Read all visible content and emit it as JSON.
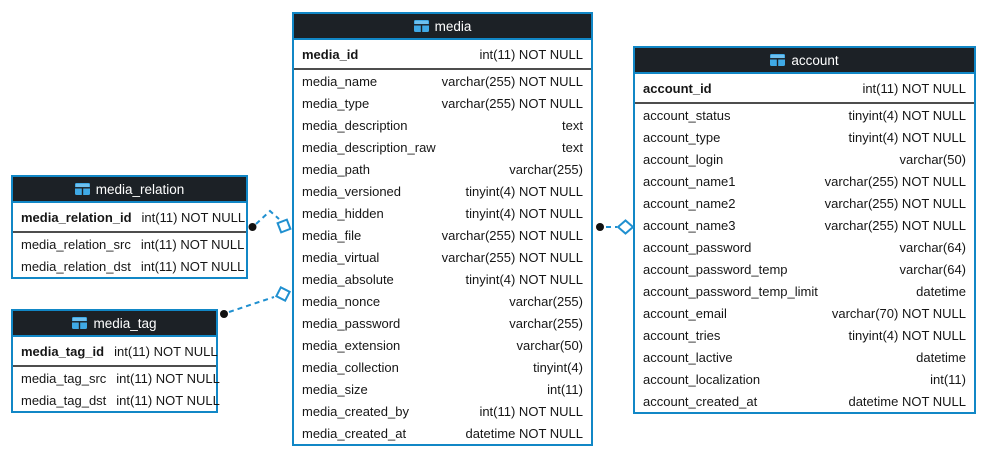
{
  "diagram": {
    "icons": {
      "table_header_icon": "table-grid-icon"
    },
    "colors": {
      "table_border": "#1187c6",
      "relation_line": "#2090d0",
      "header_bg": "#1c2126",
      "header_text": "#ffffff",
      "row_bg": "#ffffff",
      "row_text": "#161616",
      "pk_divider": "#4d4d4d",
      "relation_dot": "#111111",
      "diamond_fill": "#ffffff",
      "icon_blue": "#3fa9e6"
    },
    "tables": [
      {
        "id": "media",
        "title": "media",
        "primary_keys": [
          {
            "name": "media_id",
            "type": "int(11) NOT NULL"
          }
        ],
        "columns": [
          {
            "name": "media_name",
            "type": "varchar(255) NOT NULL"
          },
          {
            "name": "media_type",
            "type": "varchar(255) NOT NULL"
          },
          {
            "name": "media_description",
            "type": "text"
          },
          {
            "name": "media_description_raw",
            "type": "text"
          },
          {
            "name": "media_path",
            "type": "varchar(255)"
          },
          {
            "name": "media_versioned",
            "type": "tinyint(4) NOT NULL"
          },
          {
            "name": "media_hidden",
            "type": "tinyint(4) NOT NULL"
          },
          {
            "name": "media_file",
            "type": "varchar(255) NOT NULL"
          },
          {
            "name": "media_virtual",
            "type": "varchar(255) NOT NULL"
          },
          {
            "name": "media_absolute",
            "type": "tinyint(4) NOT NULL"
          },
          {
            "name": "media_nonce",
            "type": "varchar(255)"
          },
          {
            "name": "media_password",
            "type": "varchar(255)"
          },
          {
            "name": "media_extension",
            "type": "varchar(50)"
          },
          {
            "name": "media_collection",
            "type": "tinyint(4)"
          },
          {
            "name": "media_size",
            "type": "int(11)"
          },
          {
            "name": "media_created_by",
            "type": "int(11) NOT NULL"
          },
          {
            "name": "media_created_at",
            "type": "datetime NOT NULL"
          }
        ]
      },
      {
        "id": "media_relation",
        "title": "media_relation",
        "primary_keys": [
          {
            "name": "media_relation_id",
            "type": "int(11) NOT NULL"
          }
        ],
        "columns": [
          {
            "name": "media_relation_src",
            "type": "int(11) NOT NULL"
          },
          {
            "name": "media_relation_dst",
            "type": "int(11) NOT NULL"
          }
        ]
      },
      {
        "id": "media_tag",
        "title": "media_tag",
        "primary_keys": [
          {
            "name": "media_tag_id",
            "type": "int(11) NOT NULL"
          }
        ],
        "columns": [
          {
            "name": "media_tag_src",
            "type": "int(11) NOT NULL"
          },
          {
            "name": "media_tag_dst",
            "type": "int(11) NOT NULL"
          }
        ]
      },
      {
        "id": "account",
        "title": "account",
        "primary_keys": [
          {
            "name": "account_id",
            "type": "int(11) NOT NULL"
          }
        ],
        "columns": [
          {
            "name": "account_status",
            "type": "tinyint(4) NOT NULL"
          },
          {
            "name": "account_type",
            "type": "tinyint(4) NOT NULL"
          },
          {
            "name": "account_login",
            "type": "varchar(50)"
          },
          {
            "name": "account_name1",
            "type": "varchar(255) NOT NULL"
          },
          {
            "name": "account_name2",
            "type": "varchar(255) NOT NULL"
          },
          {
            "name": "account_name3",
            "type": "varchar(255) NOT NULL"
          },
          {
            "name": "account_password",
            "type": "varchar(64)"
          },
          {
            "name": "account_password_temp",
            "type": "varchar(64)"
          },
          {
            "name": "account_password_temp_limit",
            "type": "datetime"
          },
          {
            "name": "account_email",
            "type": "varchar(70) NOT NULL"
          },
          {
            "name": "account_tries",
            "type": "tinyint(4) NOT NULL"
          },
          {
            "name": "account_lactive",
            "type": "datetime"
          },
          {
            "name": "account_localization",
            "type": "int(11)"
          },
          {
            "name": "account_created_at",
            "type": "datetime NOT NULL"
          }
        ]
      }
    ],
    "relations": [
      {
        "from_table": "media_relation",
        "to_table": "media",
        "style": "dashed",
        "from_marker": "dot",
        "to_marker": "open-diamond"
      },
      {
        "from_table": "media_tag",
        "to_table": "media",
        "style": "dashed",
        "from_marker": "dot",
        "to_marker": "open-diamond"
      },
      {
        "from_table": "media",
        "to_table": "account",
        "style": "dashed",
        "from_marker": "dot",
        "to_marker": "open-diamond"
      }
    ]
  }
}
